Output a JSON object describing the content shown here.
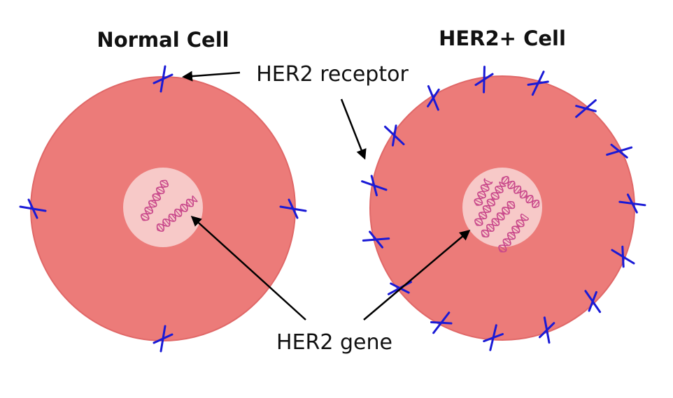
{
  "titles": {
    "normal": "Normal Cell",
    "her2pos": "HER2+ Cell"
  },
  "labels": {
    "receptor": "HER2 receptor",
    "gene": "HER2 gene"
  },
  "receptor_counts": {
    "normal": 4,
    "her2pos": 15
  },
  "gene_copies": {
    "normal": 2,
    "her2pos": 5
  },
  "colors": {
    "cell": "#ec7b79",
    "cell_edge": "#e06868",
    "nucleus": "#f7c9c8",
    "dna": "#c8478a",
    "receptor": "#1a1ad6",
    "arrow": "#000000"
  }
}
